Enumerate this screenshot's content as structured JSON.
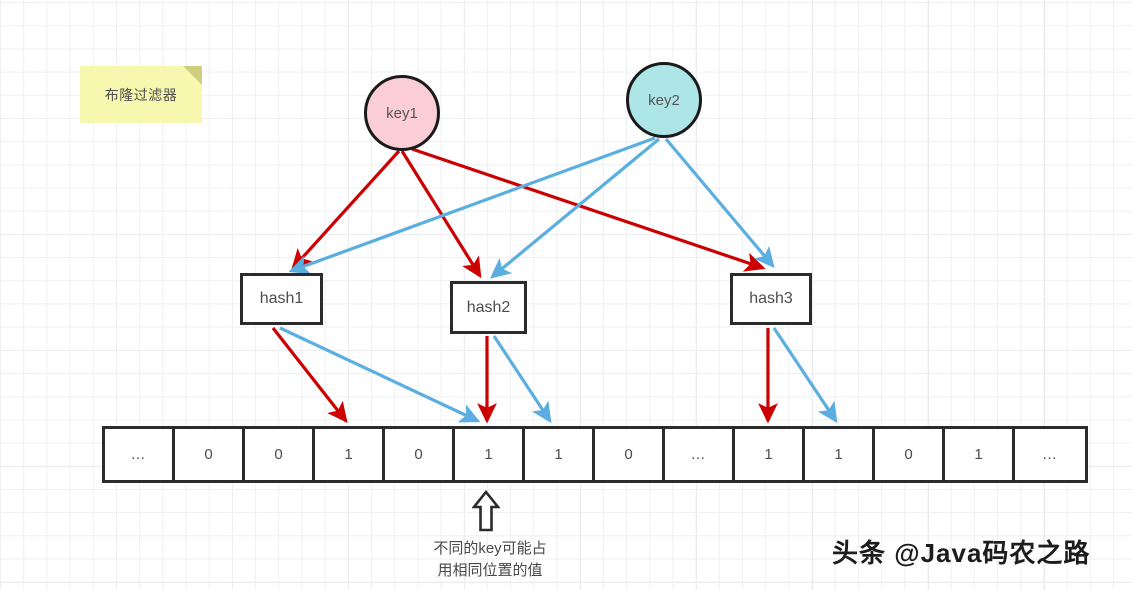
{
  "diagram": {
    "title_note": "布隆过滤器",
    "colors": {
      "key1_fill": "#fbcdd4",
      "key2_fill": "#aee6e8",
      "red_arrow": "#cc0000",
      "blue_arrow": "#5aaee0",
      "note_fill": "#f7f7b0",
      "node_stroke": "#1a1a1a"
    },
    "keys": [
      {
        "id": "key1",
        "label": "key1"
      },
      {
        "id": "key2",
        "label": "key2"
      }
    ],
    "hashes": [
      {
        "id": "hash1",
        "label": "hash1"
      },
      {
        "id": "hash2",
        "label": "hash2"
      },
      {
        "id": "hash3",
        "label": "hash3"
      }
    ],
    "bit_array": {
      "cells": [
        "…",
        "0",
        "0",
        "1",
        "0",
        "1",
        "1",
        "0",
        "…",
        "1",
        "1",
        "0",
        "1",
        "…"
      ]
    },
    "edges": {
      "key1_to_hashes": [
        "hash1",
        "hash2",
        "hash3"
      ],
      "key2_to_hashes": [
        "hash1",
        "hash2",
        "hash3"
      ],
      "hash1_red_to_cell": 3,
      "hash1_blue_to_cell": 5,
      "hash2_red_to_cell": 5,
      "hash2_blue_to_cell": 6,
      "hash3_red_to_cell": 9,
      "hash3_blue_to_cell": 10
    },
    "caption_line1": "不同的key可能占",
    "caption_line2": "用相同位置的值",
    "watermark": "头条 @Java码农之路"
  }
}
